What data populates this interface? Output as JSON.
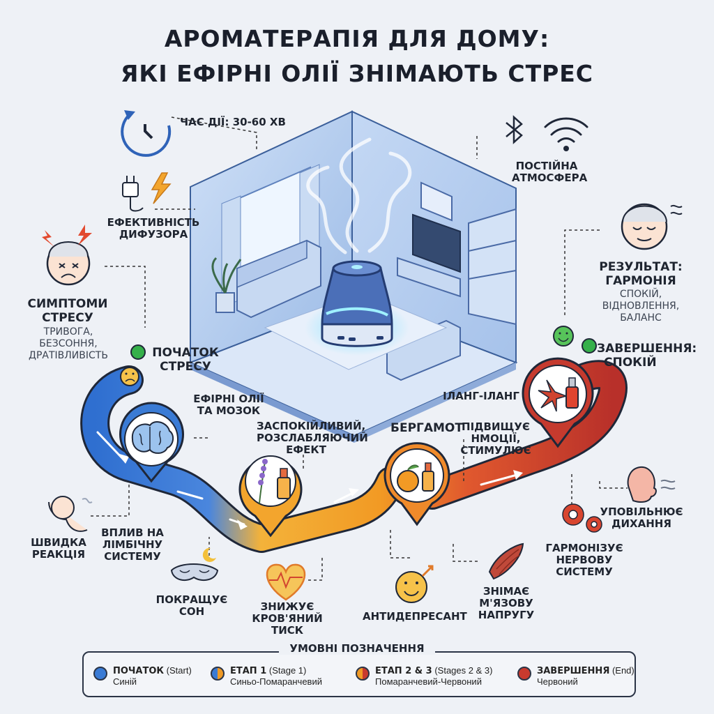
{
  "title": {
    "line1": "АРОМАТЕРАПІЯ ДЛЯ ДОМУ:",
    "line2": "ЯКІ ЕФІРНІ ОЛІЇ ЗНІМАЮТЬ СТРЕС"
  },
  "labels": {
    "time": "ЧАС ДІЇ: 30-60 ХВ",
    "diffuser_1": "ЕФЕКТИВНІСТЬ",
    "diffuser_2": "ДИФУЗОРА",
    "atmosphere_1": "ПОСТІЙНА",
    "atmosphere_2": "АТМОСФЕРА",
    "symptoms_1": "СИМПТОМИ",
    "symptoms_2": "СТРЕСУ",
    "symptoms_sub_1": "ТРИВОГА,",
    "symptoms_sub_2": "БЕЗСОННЯ,",
    "symptoms_sub_3": "ДРАТІВЛИВІСТЬ",
    "result_1": "РЕЗУЛЬТАТ:",
    "result_2": "ГАРМОНІЯ",
    "result_sub_1": "СПОКІЙ,",
    "result_sub_2": "ВІДНОВЛЕННЯ,",
    "result_sub_3": "БАЛАНС",
    "start_1": "ПОЧАТОК",
    "start_2": "СТРЕСУ",
    "end_1": "ЗАВЕРШЕННЯ:",
    "end_2": "СПОКІЙ",
    "brain_1": "ЕФІРНІ ОЛІЇ",
    "brain_2": "ТА МОЗОК",
    "calm_1": "ЗАСПОКІЙЛИВИЙ,",
    "calm_2": "РОЗСЛАБЛЯЮЧИЙ",
    "calm_3": "ЕФЕКТ",
    "bergamot": "БЕРГАМОТ",
    "mood_1": "ПІДВИЩУЄ",
    "mood_2": "НМОЦІЇ,",
    "mood_3": "СТИМУЛЮЄ",
    "ylang": "ІЛАНГ-ІЛАНГ",
    "quick_1": "ШВИДКА",
    "quick_2": "РЕАКЦІЯ",
    "limbic_1": "ВПЛИВ НА",
    "limbic_2": "ЛІМБІЧНУ",
    "limbic_3": "СИСТЕМУ",
    "sleep_1": "ПОКРАЩУЄ",
    "sleep_2": "СОН",
    "bp_1": "ЗНИЖУЄ",
    "bp_2": "КРОВ'ЯНИЙ ТИСК",
    "antidep": "АНТИДЕПРЕСАНТ",
    "muscle_1": "ЗНІМАЄ",
    "muscle_2": "М'ЯЗОВУ",
    "muscle_3": "НАПРУГУ",
    "nerve_1": "ГАРМОНІЗУЄ",
    "nerve_2": "НЕРВОВУ",
    "nerve_3": "СИСТЕМУ",
    "breath_1": "УПОВІЛЬНЮЄ",
    "breath_2": "ДИХАННЯ"
  },
  "legend": {
    "title": "УМОВНІ ПОЗНАЧЕННЯ",
    "items": [
      {
        "name": "ПОЧАТОК",
        "en": "(Start)",
        "desc": "Синій"
      },
      {
        "name": "ЕТАП 1",
        "en": "(Stage 1)",
        "desc": "Синьо-Помаранчевий"
      },
      {
        "name": "ЕТАП 2 & 3",
        "en": "(Stages 2 & 3)",
        "desc": "Помаранчевий-Червоний"
      },
      {
        "name": "ЗАВЕРШЕННЯ",
        "en": "(End)",
        "desc": "Червоний"
      }
    ]
  },
  "colors": {
    "start": "#3a7bd5",
    "orange": "#f09a25",
    "red": "#c83a2e",
    "green": "#35b04a",
    "room": "#a9c6ee"
  },
  "icons": [
    "clock-icon",
    "plug-bolt-icon",
    "bluetooth-icon",
    "wifi-icon",
    "stressed-face-icon",
    "calm-face-icon",
    "brain-icon",
    "lavender-oil-icon",
    "orange-oil-icon",
    "ylang-flower-oil-icon",
    "sleep-mask-icon",
    "heart-pulse-icon",
    "happy-face-icon",
    "muscle-icon",
    "gears-icon",
    "breathing-icon",
    "diffuser-icon"
  ]
}
